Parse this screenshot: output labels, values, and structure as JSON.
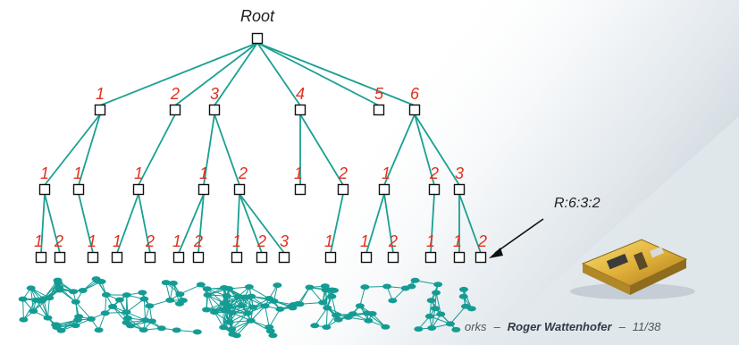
{
  "root_label": "Root",
  "callout_label": "R:6:3:2",
  "footer": {
    "left": "orks",
    "sep1": "–",
    "author": "Roger Wattenhofer",
    "sep2": "–",
    "page": "11/38"
  },
  "tree": {
    "level1_labels": [
      "1",
      "2",
      "3",
      "4",
      "5",
      "6"
    ],
    "level2_labels": [
      "1",
      "1",
      "1",
      "1",
      "2",
      "1",
      "2",
      "1",
      "2",
      "3"
    ],
    "level3_labels": [
      "1",
      "2",
      "1",
      "1",
      "2",
      "1",
      "2",
      "1",
      "2",
      "3",
      "1",
      "1",
      "2",
      "1",
      "1",
      "2"
    ]
  },
  "colors": {
    "edge": "#1aa092",
    "label": "#e0301e",
    "node_stroke": "#111111",
    "mesh": "#149c94"
  },
  "icons": [
    "sensor-node-device-photo",
    "sensor-network-mesh"
  ]
}
